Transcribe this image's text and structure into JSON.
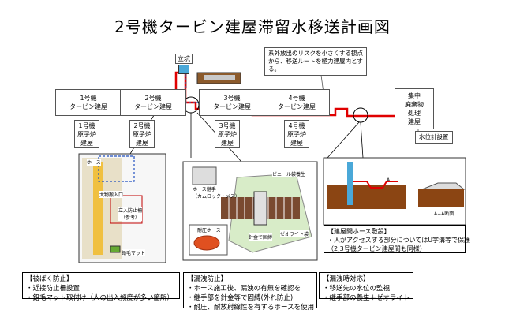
{
  "title": "2号機タービン建屋滞留水移送計画図",
  "note": "系外放出のリスクを小さくする観点から、移送ルートを極力建屋内とする。",
  "shaft_label": "立坑",
  "buildings": {
    "unit1_turbine": "1号機\nタービン建屋",
    "unit2_turbine": "2号機\nタービン建屋",
    "unit3_turbine": "3号機\nタービン建屋",
    "unit4_turbine": "4号機\nタービン建屋",
    "unit1_reactor": "1号機\n原子炉\n建屋",
    "unit2_reactor": "2号機\n原子炉\n建屋",
    "unit3_reactor": "3号機\n原子炉\n建屋",
    "unit4_reactor": "4号機\n原子炉\n建屋",
    "waste_facility": "集中\n廃棄物\n処理\n建屋"
  },
  "level_gauge": "水位計設置",
  "photo_labels": {
    "hose": "ホース",
    "entrance": "大物搬入口",
    "fence": "立入防止柵\n（参考）",
    "lead_mat": "鉛毛マット",
    "hose_joint": "ホース継手\n（カムロック・メス）",
    "vinyl_bag": "ビニール袋養生",
    "pressure_hose": "耐圧ホース",
    "wire_fix": "針金で固縛",
    "zeolite": "ゼオライト袋",
    "section_a": "A",
    "section_aa": "A−A断面"
  },
  "hose_callout": {
    "title": "【建屋間ホース敷設】",
    "line1": "・人がアクセスする部分についてはU字溝等で保護",
    "line2": "（2,3号機タービン建屋間も同様）"
  },
  "exposure_box": {
    "title": "【被ばく防止】",
    "line1": "・近接防止柵設置",
    "line2": "・鉛毛マット取付け（人の出入頻度が多い箇所）"
  },
  "leak_prevention_box": {
    "title": "【漏洩防止】",
    "line1": "・ホース施工後、漏洩の有無を確認を",
    "line2": "・継手部を針金等で固縛(外れ防止)",
    "line3": "・耐圧、耐放射線性を有するホースを使用"
  },
  "leak_response_box": {
    "title": "【漏洩時対応】",
    "line1": "・移送先の水位の監視",
    "line2": "・継手部の養生＋ゼオライト"
  }
}
